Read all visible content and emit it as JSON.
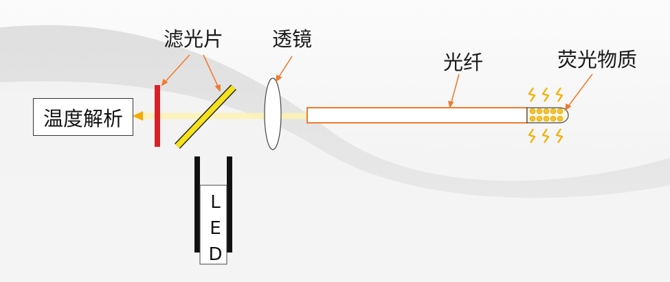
{
  "labels": {
    "filter": "滤光片",
    "lens": "透镜",
    "fiber": "光纤",
    "fluorescent": "荧光物质",
    "analysis": "温度解析"
  },
  "led": {
    "letters": [
      "L",
      "E",
      "D"
    ]
  },
  "colors": {
    "orange": "#f07a2c",
    "yellow": "#f5e21a",
    "red_filter": "#d8202a",
    "beam": "#f5b000",
    "bubble": "#f2c230"
  }
}
